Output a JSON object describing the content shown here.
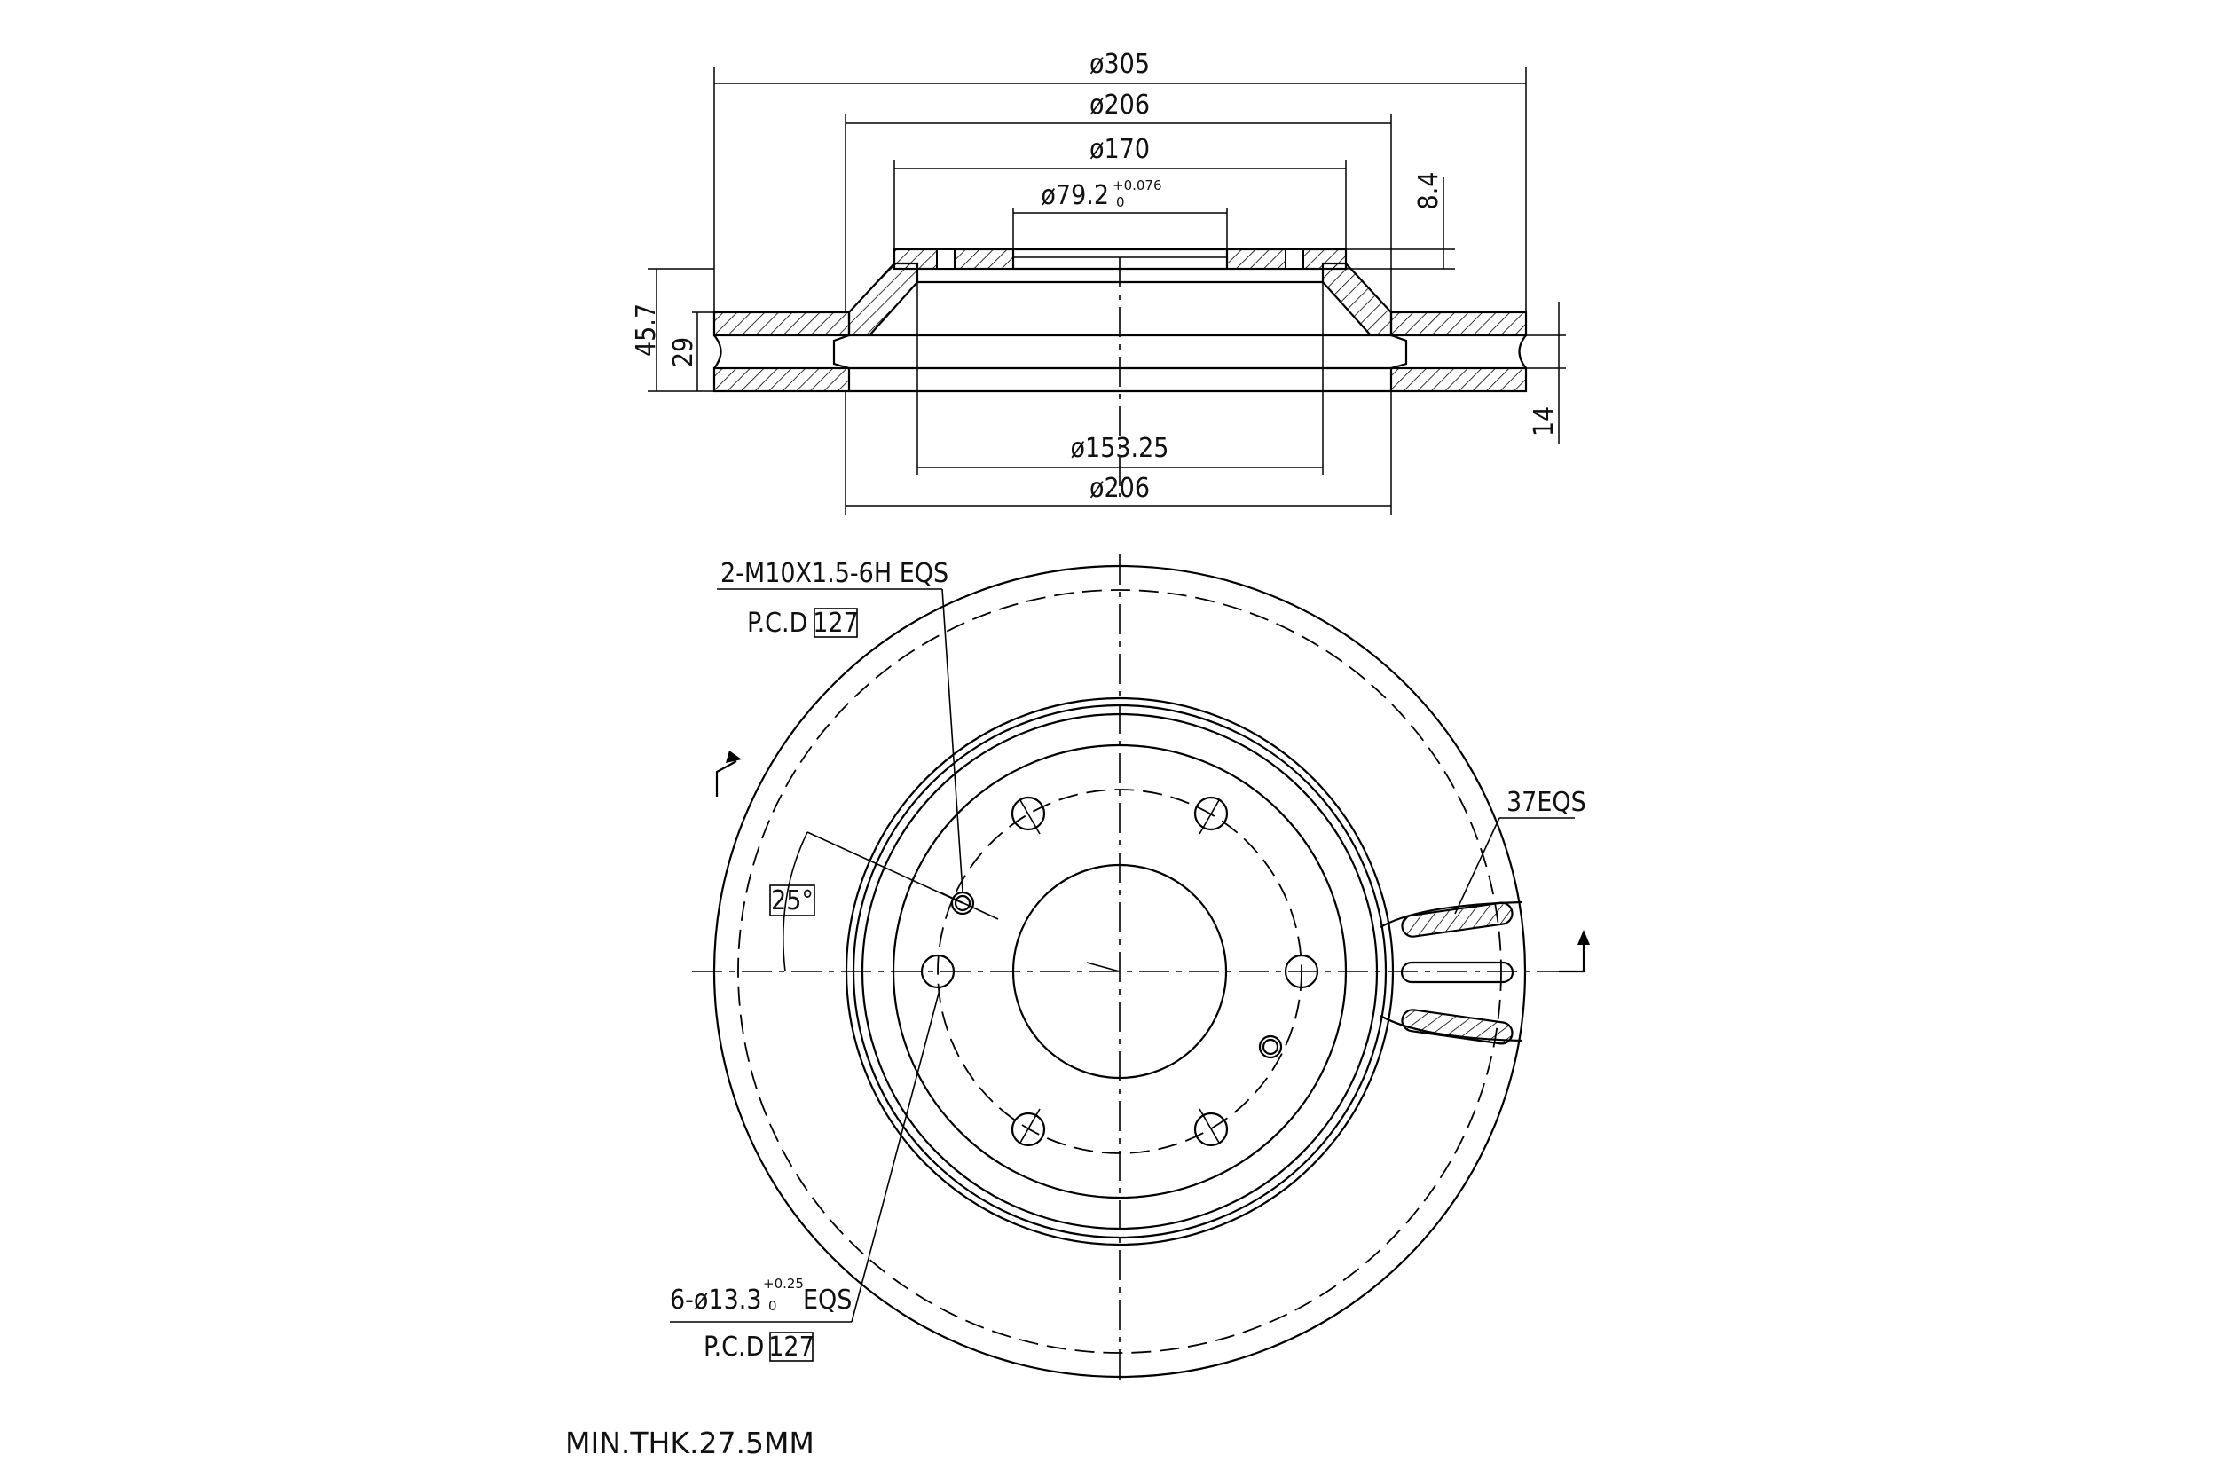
{
  "dimensions": {
    "d305": "ø305",
    "d206_top": "ø206",
    "d170": "ø170",
    "d79_main": "ø79.2",
    "d79_tol_upper": "+0.076",
    "d79_tol_lower": "0",
    "h8_4": "8.4",
    "h45_7": "45.7",
    "h29": "29",
    "h14": "14",
    "d153_25": "ø153.25",
    "d206_bottom": "ø206"
  },
  "callouts": {
    "threaded_holes": "2-M10X1.5-6H EQS",
    "pcd_label_1": "P.C.D",
    "pcd_value_1": "127",
    "vents": "37EQS",
    "angle": "25°",
    "bolt_holes_main": "6-ø13.3",
    "bolt_holes_tol_upper": "+0.25",
    "bolt_holes_tol_lower": "0",
    "bolt_holes_suffix": "EQS",
    "pcd_label_2": "P.C.D",
    "pcd_value_2": "127"
  },
  "notes": {
    "min_thickness": "MIN.THK.27.5MM"
  }
}
